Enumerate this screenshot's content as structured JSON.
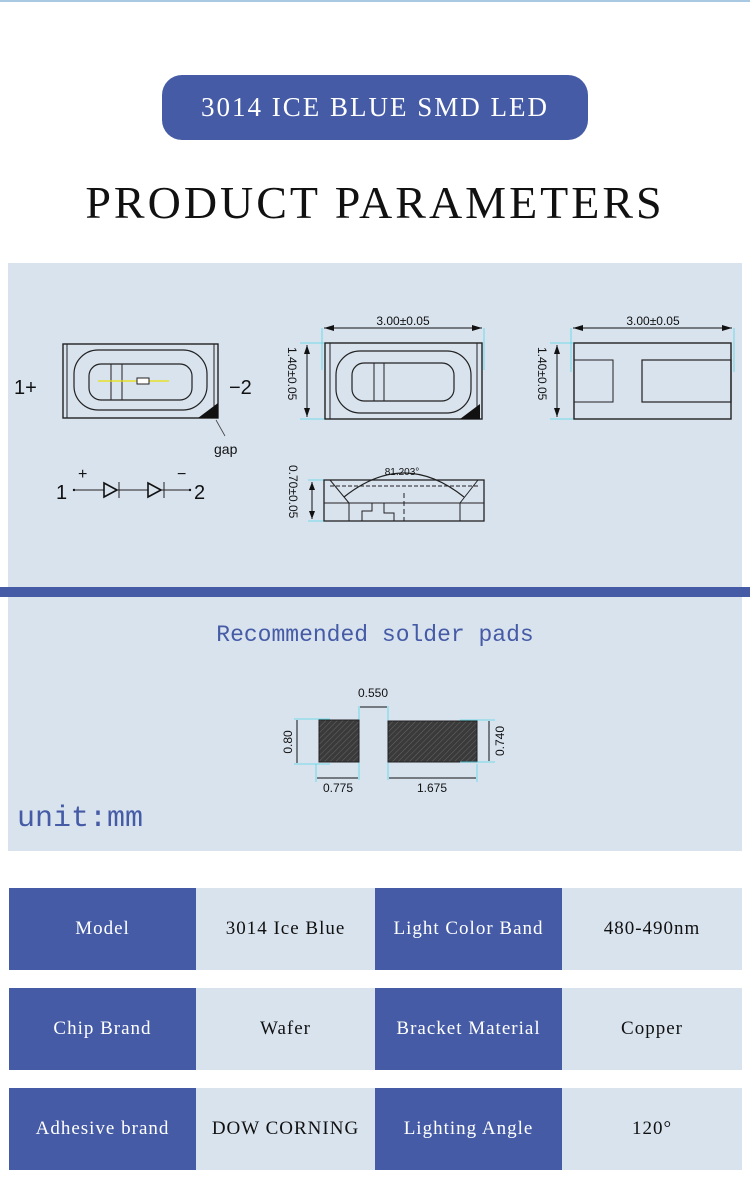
{
  "header": {
    "product_badge": "3014 ICE BLUE SMD LED",
    "section_title": "PRODUCT PARAMETERS"
  },
  "colors": {
    "accent": "#455ba6",
    "panel_bg": "#d9e3ee",
    "dimension_line": "#4fd6e6",
    "chip_line": "#e8e000"
  },
  "diagram": {
    "top_view": {
      "pin_left": "1+",
      "pin_right": "−2",
      "gap_label": "gap"
    },
    "circuit": {
      "pin_left": "1",
      "pin_right": "2",
      "plus": "+",
      "minus": "−"
    },
    "front_view": {
      "width_dim": "3.00±0.05",
      "height_dim": "1.40±0.05"
    },
    "bottom_view": {
      "width_dim": "3.00±0.05",
      "height_dim": "1.40±0.05"
    },
    "side_view": {
      "thickness_dim": "0.70±0.05",
      "angle": "81.203°"
    }
  },
  "solder_pads": {
    "title": "Recommended solder pads",
    "gap": "0.550",
    "left_height": "0.80",
    "right_height": "0.740",
    "left_width": "0.775",
    "right_width": "1.675"
  },
  "unit_label": "unit:mm",
  "specs": [
    {
      "label1": "Model",
      "value1": "3014 Ice Blue",
      "label2": "Light Color Band",
      "value2": "480-490nm"
    },
    {
      "label1": "Chip Brand",
      "value1": "Wafer",
      "label2": "Bracket Material",
      "value2": "Copper"
    },
    {
      "label1": "Adhesive brand",
      "value1": "DOW CORNING",
      "label2": "Lighting Angle",
      "value2": "120°"
    }
  ]
}
